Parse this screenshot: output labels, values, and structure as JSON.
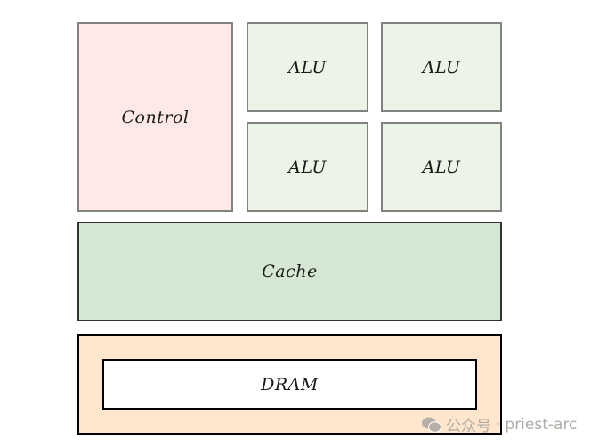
{
  "blocks": {
    "control": "Control",
    "alus": [
      "ALU",
      "ALU",
      "ALU",
      "ALU"
    ],
    "cache": "Cache",
    "dram": "DRAM"
  },
  "watermark": {
    "account": "公众号",
    "separator": "·",
    "name": "priest-arc",
    "icon": "wechat-icon"
  },
  "colors": {
    "control": "#ffe9e7",
    "alu": "#ebf4e6",
    "cache": "#d5e8d4",
    "dram_outer": "#ffe6cc"
  }
}
